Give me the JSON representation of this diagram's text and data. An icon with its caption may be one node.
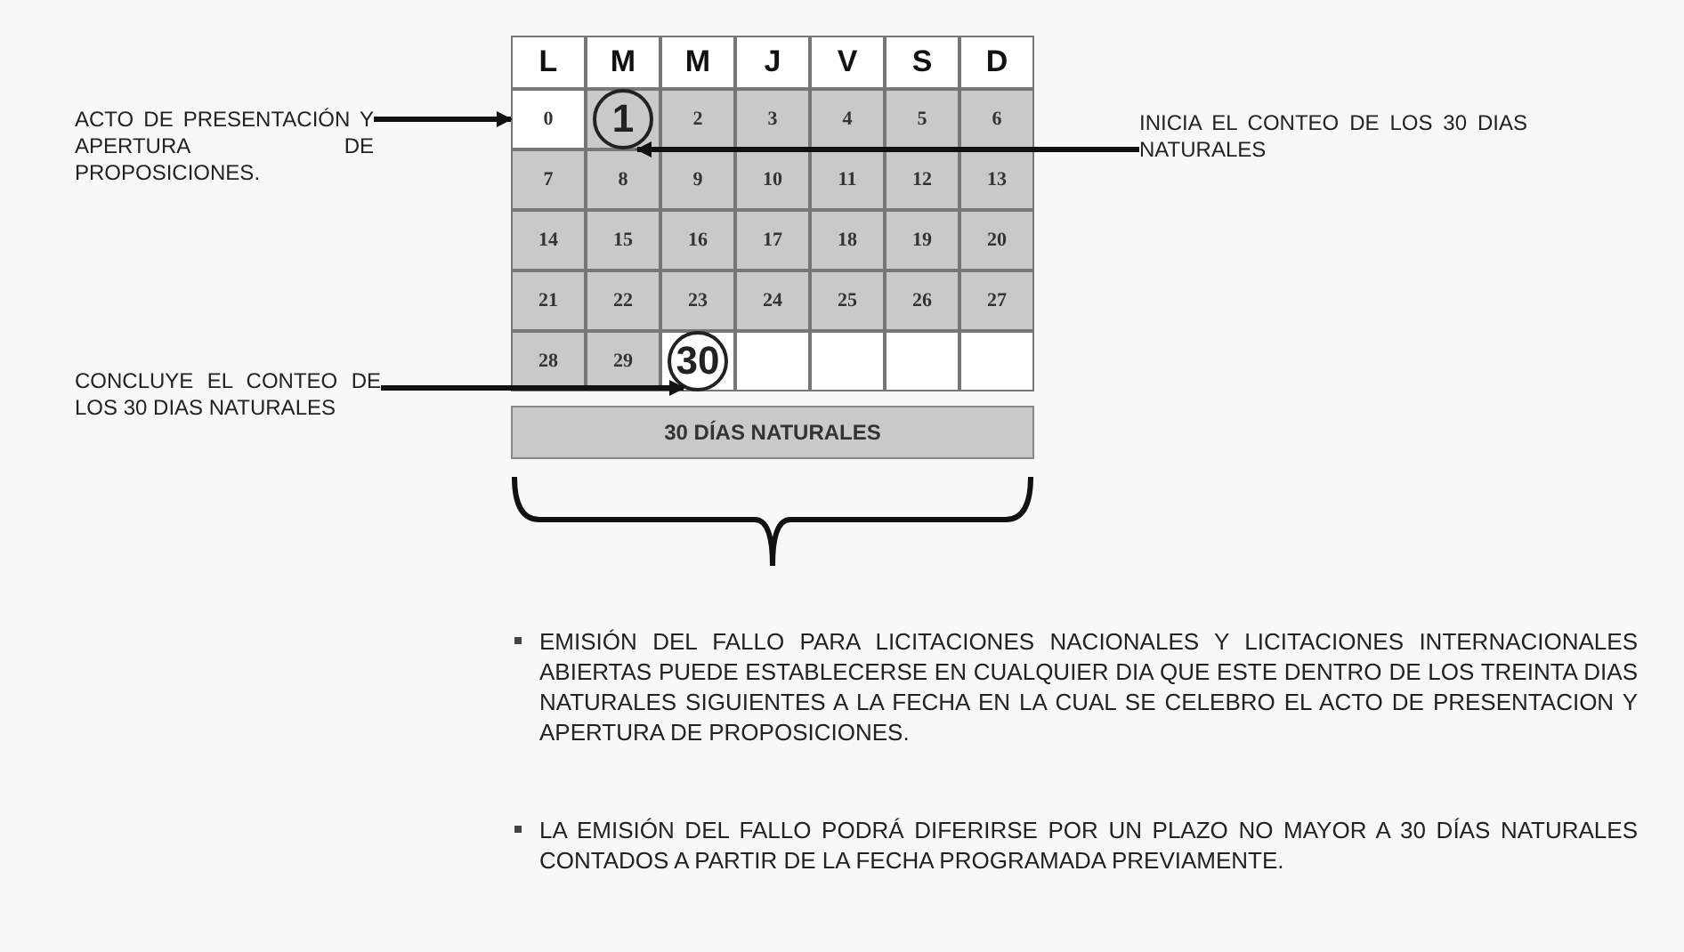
{
  "diagram": {
    "nodes": [
      {
        "text": [
          "L"
        ]
      },
      {
        "text": [
          "M"
        ]
      },
      {
        "text": [
          "M"
        ]
      },
      {
        "text": [
          "J"
        ]
      },
      {
        "text": [
          "V"
        ]
      },
      {
        "text": [
          "S"
        ]
      },
      {
        "text": [
          "D"
        ]
      },
      {
        "text": [
          "ACTO DE PRESENTACIÓN Y APERTURA DE PROPOSICIONES."
        ]
      },
      {
        "text": [
          "0"
        ]
      },
      {
        "text": [
          "1"
        ]
      },
      {
        "text": [
          "2"
        ]
      },
      {
        "text": [
          "3"
        ]
      },
      {
        "text": [
          "4"
        ]
      },
      {
        "text": [
          "5"
        ]
      },
      {
        "text": [
          "6"
        ]
      },
      {
        "text": [
          "INICIA EL CONTEO DE LOS 30 DIAS NATURALES"
        ]
      },
      {
        "text": [
          "7"
        ]
      },
      {
        "text": [
          "8"
        ]
      },
      {
        "text": [
          "9"
        ]
      },
      {
        "text": [
          "10"
        ]
      },
      {
        "text": [
          "11"
        ]
      },
      {
        "text": [
          "12"
        ]
      },
      {
        "text": [
          "13"
        ]
      },
      {
        "text": [
          "14"
        ]
      },
      {
        "text": [
          "15"
        ]
      },
      {
        "text": [
          "16"
        ]
      },
      {
        "text": [
          "17"
        ]
      },
      {
        "text": [
          "18"
        ]
      },
      {
        "text": [
          "19"
        ]
      },
      {
        "text": [
          "20"
        ]
      },
      {
        "text": [
          "21"
        ]
      },
      {
        "text": [
          "22"
        ]
      },
      {
        "text": [
          "23"
        ]
      },
      {
        "text": [
          "24"
        ]
      },
      {
        "text": [
          "25"
        ]
      },
      {
        "text": [
          "26"
        ]
      },
      {
        "text": [
          "27"
        ]
      },
      {
        "text": [
          "CONCLUYE EL CONTEO DE LOS 30 DIAS NATURALES"
        ]
      },
      {
        "text": [
          "28"
        ]
      },
      {
        "text": [
          "29"
        ]
      },
      {
        "text": [
          "30"
        ]
      },
      {
        "text": [],
        "shape": "box"
      },
      {
        "text": [],
        "shape": "box"
      },
      {
        "text": [],
        "shape": "box"
      },
      {
        "text": [],
        "shape": "box"
      },
      {
        "text": [
          "30 DÍAS NATURALES"
        ]
      }
    ],
    "edges": [
      {
        "from": 7,
        "to": 8,
        "arrow": "to"
      },
      {
        "from": 15,
        "to": 9,
        "arrow": "to"
      },
      {
        "from": 37,
        "to": 40,
        "arrow": "to"
      }
    ],
    "labels": [
      "EMISIÓN DEL FALLO PARA LICITACIONES NACIONALES Y LICITACIONES INTERNACIONALES ABIERTAS PUEDE ESTABLECERSE EN CUALQUIER DIA QUE ESTE DENTRO DE LOS TREINTA DIAS NATURALES SIGUIENTES A LA FECHA EN LA CUAL SE CELEBRO EL ACTO DE PRESENTACION Y APERTURA DE PROPOSICIONES.",
      "LA EMISIÓN DEL FALLO PODRÁ DIFERIRSE POR UN PLAZO NO MAYOR A 30 DÍAS NATURALES CONTADOS A PARTIR DE LA FECHA PROGRAMADA PREVIAMENTE."
    ]
  }
}
